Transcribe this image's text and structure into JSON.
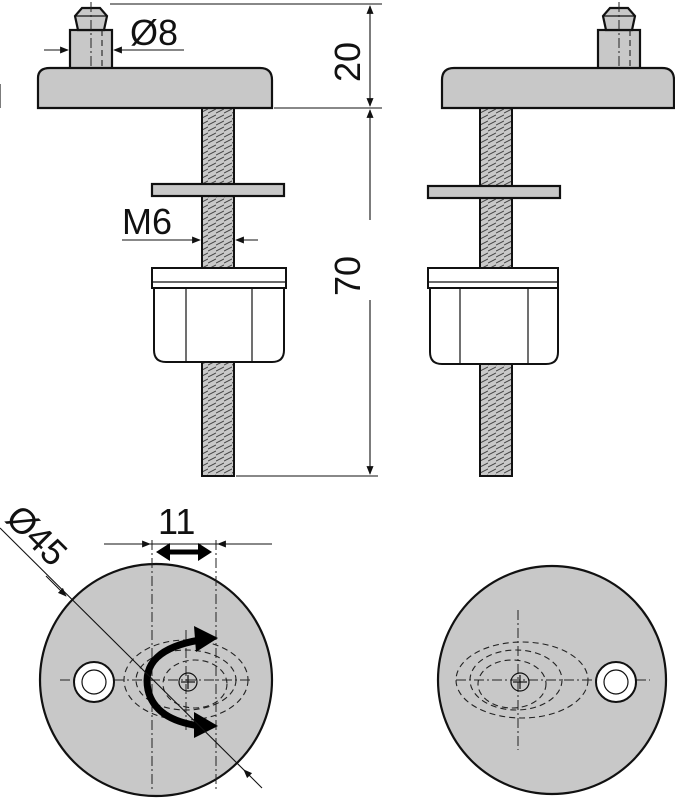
{
  "diagram": {
    "dimensions": {
      "pin_diameter": "Ø8",
      "pin_height": "20",
      "thread": "M6",
      "bolt_length": "70",
      "slot_offset": "11",
      "cap_diameter": "Ø45"
    },
    "colors": {
      "part_fill": "#c8c8c8",
      "outline": "#111111",
      "background": "#ffffff"
    },
    "icons": {
      "rotation_arrow": "curved-arrow-icon",
      "adjust_arrow": "double-arrow-icon",
      "screw_head": "phillips-cross-icon"
    }
  }
}
